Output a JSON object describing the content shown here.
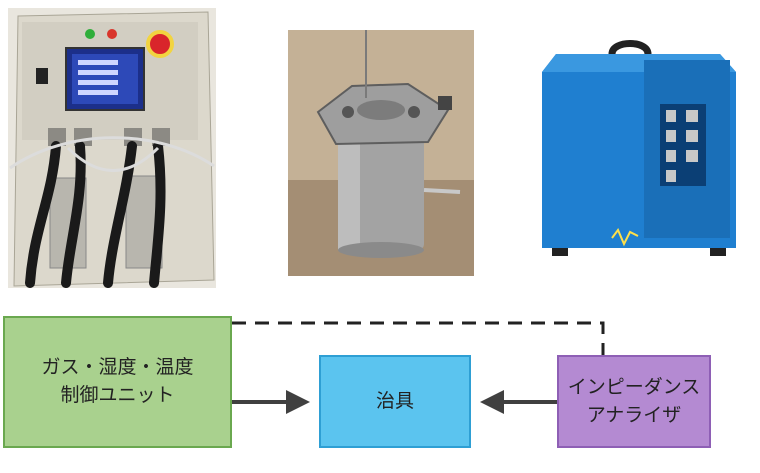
{
  "blocks": {
    "gas_control": {
      "line1": "ガス・湿度・温度",
      "line2": "制御ユニット"
    },
    "jig": {
      "label": "治具"
    },
    "impedance_analyzer": {
      "line1": "インピーダンス",
      "line2": "アナライザ"
    }
  },
  "colors": {
    "gas_fill": "#a9d18e",
    "jig_fill": "#5bc4ef",
    "analyzer_fill": "#b48ad2",
    "arrow": "#404040"
  }
}
